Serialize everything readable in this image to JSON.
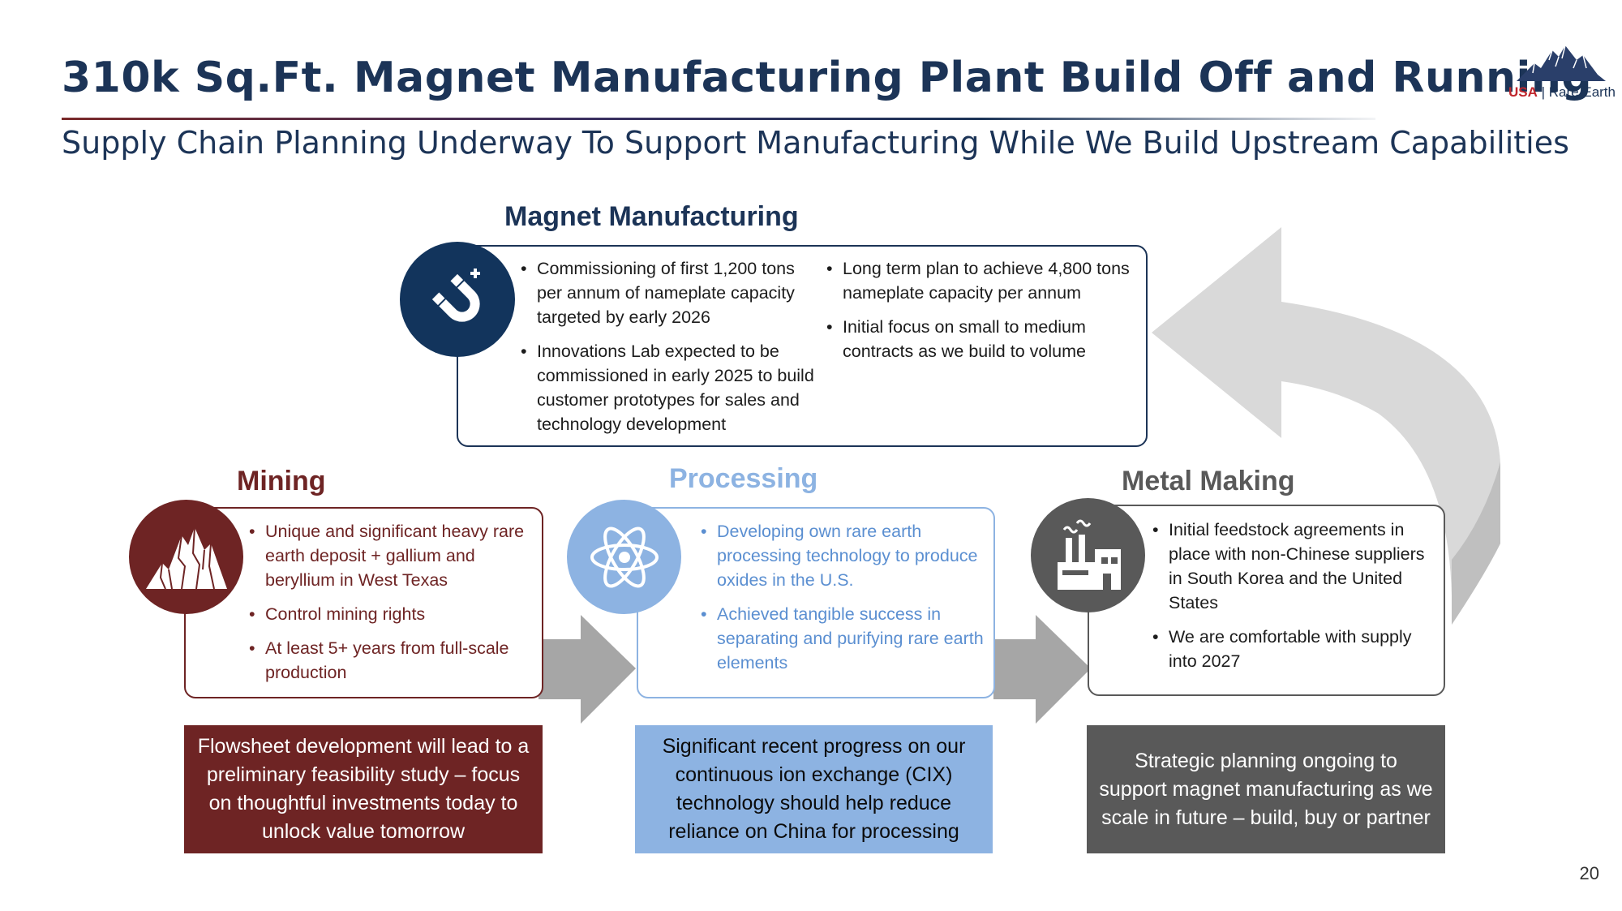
{
  "header": {
    "title": "310k Sq.Ft. Magnet Manufacturing Plant Build Off and Running",
    "subtitle": "Supply Chain Planning Underway To Support Manufacturing While We Build Upstream Capabilities",
    "logo_usa": "USA",
    "logo_name": "Rare Earth"
  },
  "colors": {
    "navy": "#1c3457",
    "maroon": "#6e2424",
    "light_blue": "#8db3e2",
    "dark_gray": "#595959",
    "arrow_gray": "#a6a6a6"
  },
  "magnet": {
    "heading": "Magnet Manufacturing",
    "icon": "magnet-icon",
    "col1": [
      "Commissioning of first 1,200 tons per annum of nameplate capacity targeted by early 2026",
      "Innovations Lab expected to be commissioned in early 2025 to build customer prototypes for sales and technology development"
    ],
    "col2": [
      "Long term plan to achieve 4,800 tons nameplate capacity per annum",
      "Initial focus on small to medium contracts as we build to volume"
    ]
  },
  "mining": {
    "heading": "Mining",
    "icon": "mountain-icon",
    "bullets": [
      "Unique and significant heavy rare earth deposit + gallium and beryllium in West Texas",
      "Control mining rights",
      "At least 5+ years from full-scale production"
    ],
    "callout": "Flowsheet development will lead to a preliminary feasibility study – focus on thoughtful investments today to unlock value tomorrow"
  },
  "processing": {
    "heading": "Processing",
    "icon": "atom-icon",
    "bullets": [
      "Developing own rare earth processing technology to produce oxides in the U.S.",
      "Achieved tangible success in separating and purifying rare earth elements"
    ],
    "callout": "Significant recent progress on our continuous ion exchange (CIX) technology should help reduce reliance on China for processing"
  },
  "metal": {
    "heading": "Metal Making",
    "icon": "factory-icon",
    "bullets": [
      "Initial feedstock agreements in place with non-Chinese suppliers in South Korea and the United States",
      "We are comfortable with supply into 2027"
    ],
    "callout": "Strategic planning ongoing to support magnet manufacturing as we scale in future – build, buy or partner"
  },
  "page_number": "20"
}
